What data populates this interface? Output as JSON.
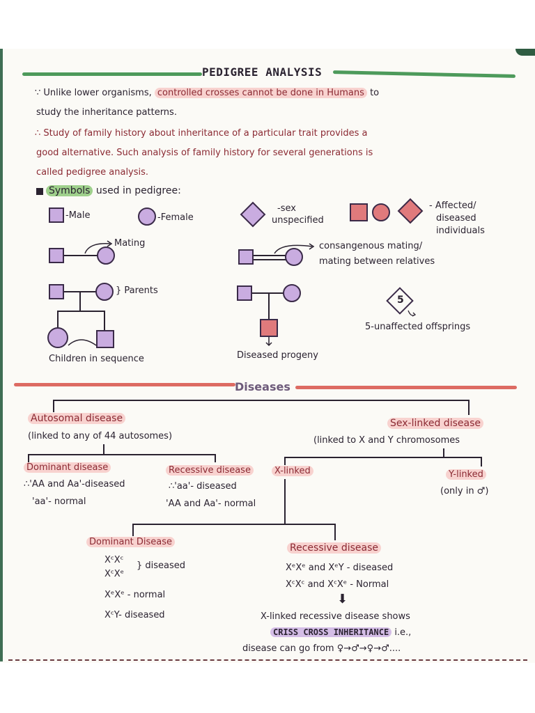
{
  "title": "PEDIGREE ANALYSIS",
  "intro": {
    "p1_a": "∵ Unlike lower organisms,",
    "p1_highlight": "controlled crosses cannot be done in Humans",
    "p1_b": "to",
    "p1_c": "study the inheritance patterns.",
    "p2_a": "∴ Study of family history about inheritance of a particular trait provides a",
    "p2_b": "good alternative. Such analysis of family history for several generations is",
    "p2_c": "called pedigree analysis."
  },
  "symbols": {
    "heading_highlight": "Symbols",
    "heading_rest": "used in pedigree:",
    "male": "-Male",
    "female": "-Female",
    "sex_unspecified_1": "-sex",
    "sex_unspecified_2": "unspecified",
    "affected_1": "- Affected/",
    "affected_2": "diseased",
    "affected_3": "individuals",
    "mating": "Mating",
    "consanguineous_1": "consangenous mating/",
    "consanguineous_2": "mating between relatives",
    "parents": "} Parents",
    "five": "5",
    "unaffected": "5-unaffected offsprings",
    "children": "Children in sequence",
    "diseased_progeny": "Diseased progeny"
  },
  "diseases": {
    "title": "Diseases",
    "autosomal": "Autosomal disease",
    "autosomal_note": "(linked to any of 44 autosomes)",
    "sex_linked": "Sex-linked disease",
    "sex_linked_note": "(linked to X and Y chromosomes",
    "dominant": "Dominant disease",
    "dominant_1": "∴'AA and Aa'-diseased",
    "dominant_2": "'aa'- normal",
    "recessive": "Recessive disease",
    "recessive_1": "∴'aa'- diseased",
    "recessive_2": "'AA and Aa'- normal",
    "x_linked": "X-linked",
    "y_linked": "Y-linked",
    "y_linked_note": "(only in ♂)",
    "xd_title": "Dominant Disease",
    "xd_1": "XᶜXᶜ",
    "xd_2": "XᶜXᵉ",
    "xd_brace": "} diseased",
    "xd_3": "XᵉXᵉ - normal",
    "xd_4": "XᶜY- diseased",
    "xr_title": "Recessive disease",
    "xr_1": "XᵉXᵉ and XᵉY - diseased",
    "xr_2": "XᶜXᶜ and XᶜXᵉ - Normal",
    "arrow": "⬇",
    "xr_3": "X-linked recessive disease shows",
    "xr_4_highlight": "CRISS CROSS INHERITANCE",
    "xr_4_rest": "i.e.,",
    "xr_5": "disease can go from ♀→♂→♀→♂...."
  },
  "colors": {
    "maroon": "#8b2a33",
    "symbol_fill": "#c9ace0",
    "affected_fill": "#e07a7c",
    "green_rule": "#4d9a5b",
    "red_rule": "#dd6b63"
  }
}
